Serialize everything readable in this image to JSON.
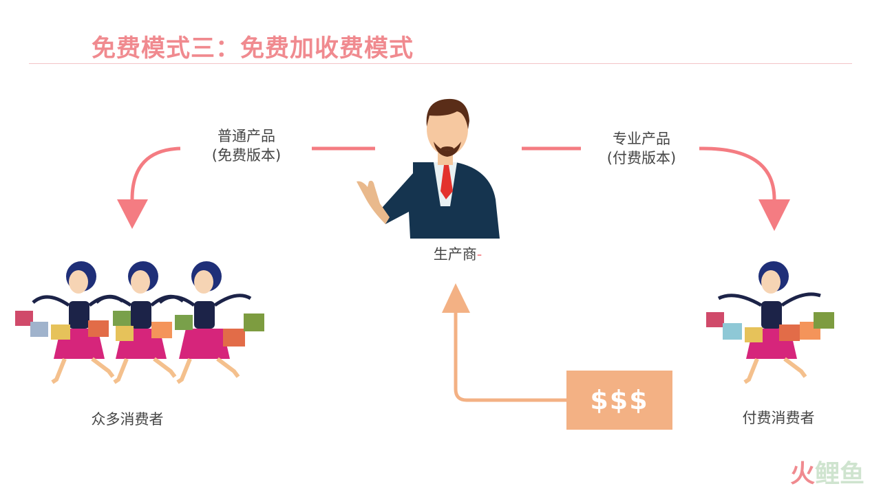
{
  "title": "免费模式三：免费加收费模式",
  "free_product": {
    "line1": "普通产品",
    "line2": "(免费版本)"
  },
  "pro_product": {
    "line1": "专业产品",
    "line2": "(付费版本)"
  },
  "producer": {
    "label": "生产商",
    "tail": "-"
  },
  "many_consumers": "众多消费者",
  "paying_consumers": "付费消费者",
  "money": "$$$",
  "logo": {
    "char1": "火",
    "char2": "鲤",
    "char3": "鱼"
  },
  "colors": {
    "title": "#f08a8f",
    "arrow_pink": "#f47c82",
    "arrow_peach": "#f3b184",
    "suit": "#15344f"
  }
}
